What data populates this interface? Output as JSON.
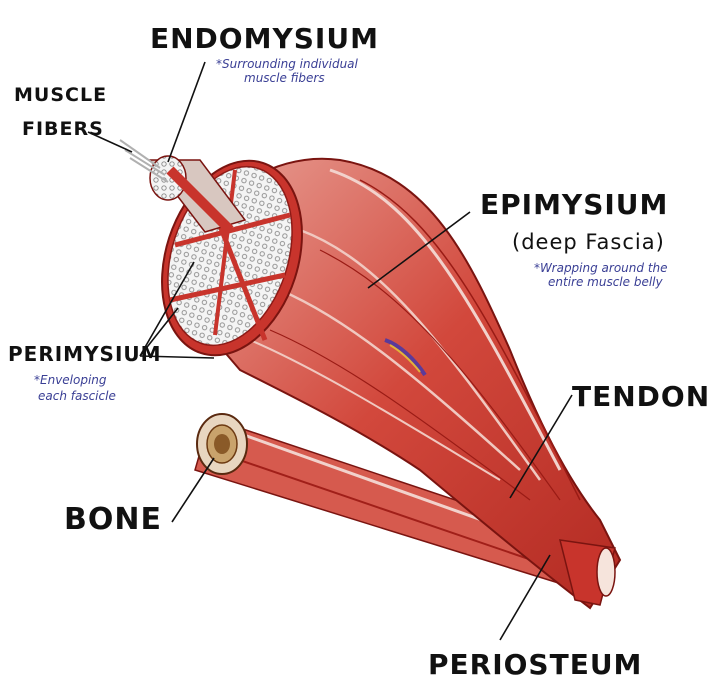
{
  "labels": {
    "endomysium": "ENDOMYSIUM",
    "endomysium_note_1": "*Surrounding individual",
    "endomysium_note_2": "muscle fibers",
    "muscle_fibers_1": "MUSCLE",
    "muscle_fibers_2": "FIBERS",
    "epimysium": "EPIMYSIUM",
    "epimysium_sub": "(deep Fascia)",
    "epimysium_note_1": "*Wrapping around the",
    "epimysium_note_2": "entire muscle belly",
    "perimysium": "PERIMYSIUM",
    "perimysium_note_1": "*Enveloping",
    "perimysium_note_2": "each fascicle",
    "tendon": "TENDON",
    "bone": "BONE",
    "periosteum": "PERIOSTEUM"
  },
  "colors": {
    "muscle": "#c8342c",
    "muscle_dark": "#8e1a16",
    "muscle_light": "#f0c8c0",
    "fiber_dots": "#9a9a9a",
    "note_ink": "#3a3f95",
    "label_ink": "#111111"
  }
}
